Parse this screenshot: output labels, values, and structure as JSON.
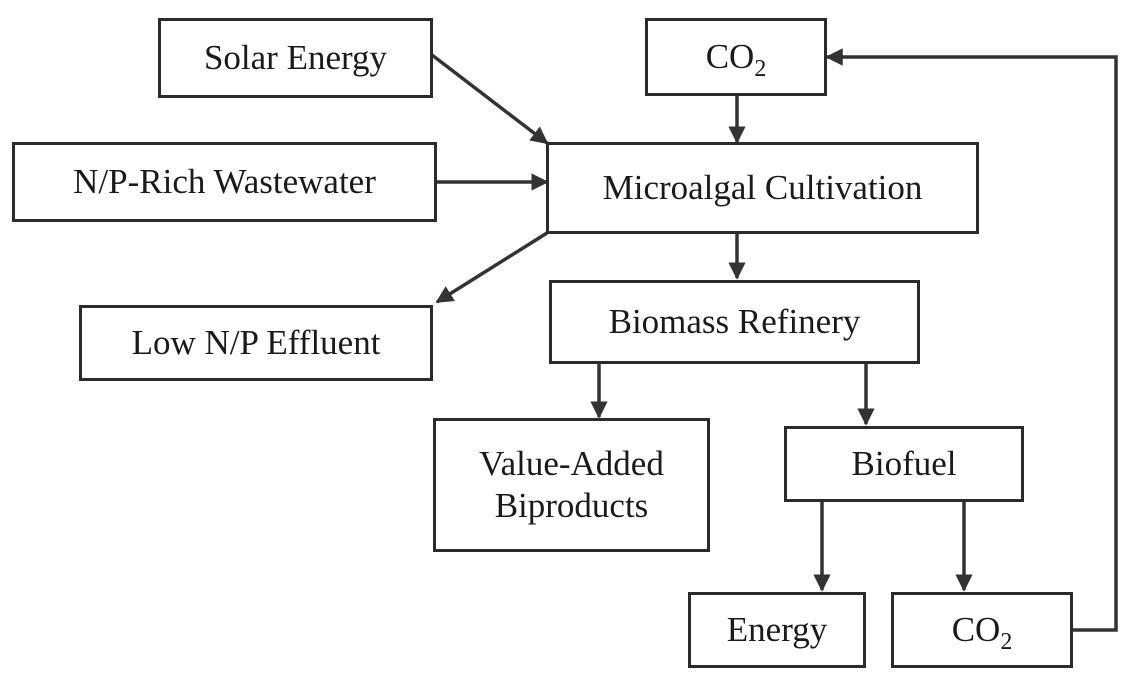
{
  "nodes": {
    "solar_energy": "Solar Energy",
    "co2_top": {
      "base": "CO",
      "sub": "2"
    },
    "wastewater": "N/P-Rich Wastewater",
    "cultivation": "Microalgal Cultivation",
    "effluent": "Low N/P Effluent",
    "refinery": "Biomass Refinery",
    "biproducts": {
      "line1": "Value-Added",
      "line2": "Biproducts"
    },
    "biofuel": "Biofuel",
    "energy": "Energy",
    "co2_bottom": {
      "base": "CO",
      "sub": "2"
    }
  },
  "edges": [
    {
      "from": "solar_energy",
      "to": "cultivation"
    },
    {
      "from": "wastewater",
      "to": "cultivation"
    },
    {
      "from": "co2_top",
      "to": "cultivation"
    },
    {
      "from": "cultivation",
      "to": "effluent"
    },
    {
      "from": "cultivation",
      "to": "refinery"
    },
    {
      "from": "refinery",
      "to": "biproducts"
    },
    {
      "from": "refinery",
      "to": "biofuel"
    },
    {
      "from": "biofuel",
      "to": "energy"
    },
    {
      "from": "biofuel",
      "to": "co2_bottom"
    },
    {
      "from": "co2_bottom",
      "to": "co2_top"
    }
  ],
  "colors": {
    "line": "#333333",
    "border": "#2b2b2b",
    "text": "#1a1a1a"
  }
}
